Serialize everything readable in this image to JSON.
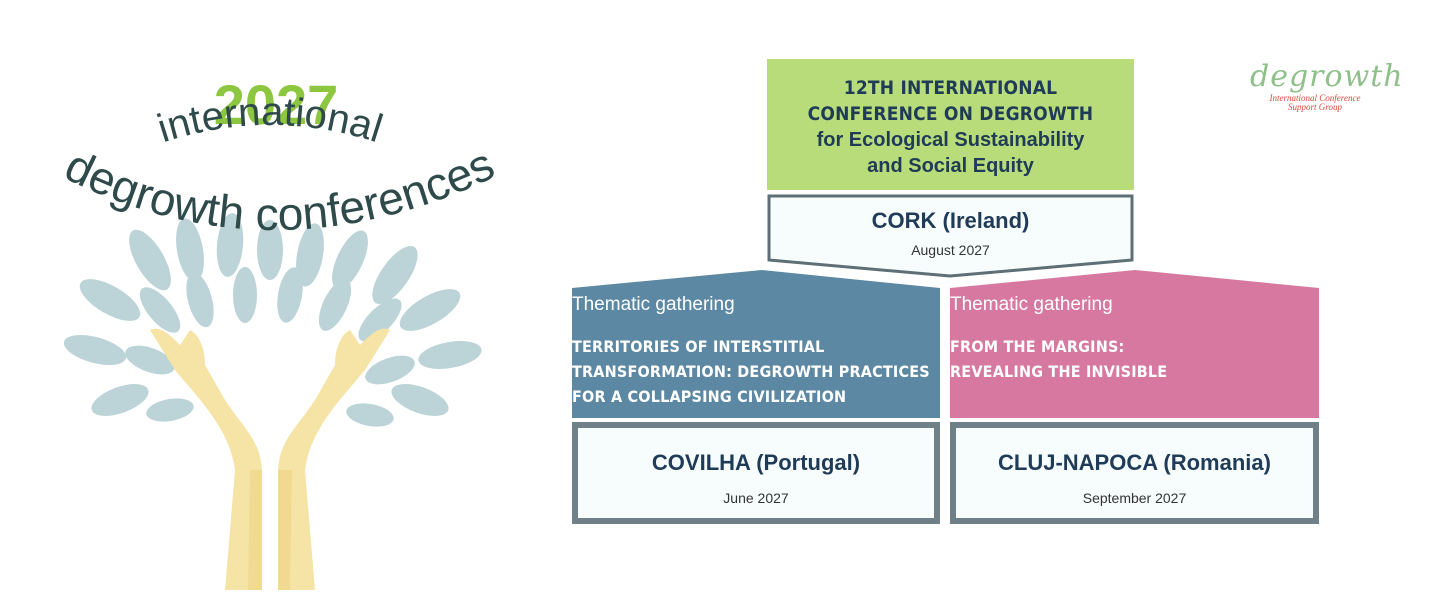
{
  "left": {
    "year": "2027",
    "line1": "international",
    "line2": "degrowth conferences"
  },
  "main_conference": {
    "line1": "12th International",
    "line2": "Conference on Degrowth",
    "line3": "for Ecological Sustainability",
    "line4": "and Social Equity"
  },
  "cork": {
    "city": "CORK (Ireland)",
    "date": "August 2027"
  },
  "gatherings": [
    {
      "kind": "Thematic gathering",
      "title_lines": [
        "Territories of Interstitial",
        "Transformation: Degrowth Practices",
        "for a Collapsing Civilization"
      ],
      "city": "COVILHA (Portugal)",
      "date": "June 2027",
      "color": "#5d88a3"
    },
    {
      "kind": "Thematic gathering",
      "title_lines": [
        "From the Margins:",
        "Revealing the Invisible"
      ],
      "city": "CLUJ-NAPOCA (Romania)",
      "date": "September 2027",
      "color": "#d6789f"
    }
  ],
  "logo": {
    "word": "degrowth",
    "sub1": "International Conference",
    "sub2": "Support Group"
  },
  "colors": {
    "green": "#8dc63f",
    "navy": "#1f3b57",
    "leaf": "#b9d2d6",
    "hands": "#f6e3a6"
  }
}
